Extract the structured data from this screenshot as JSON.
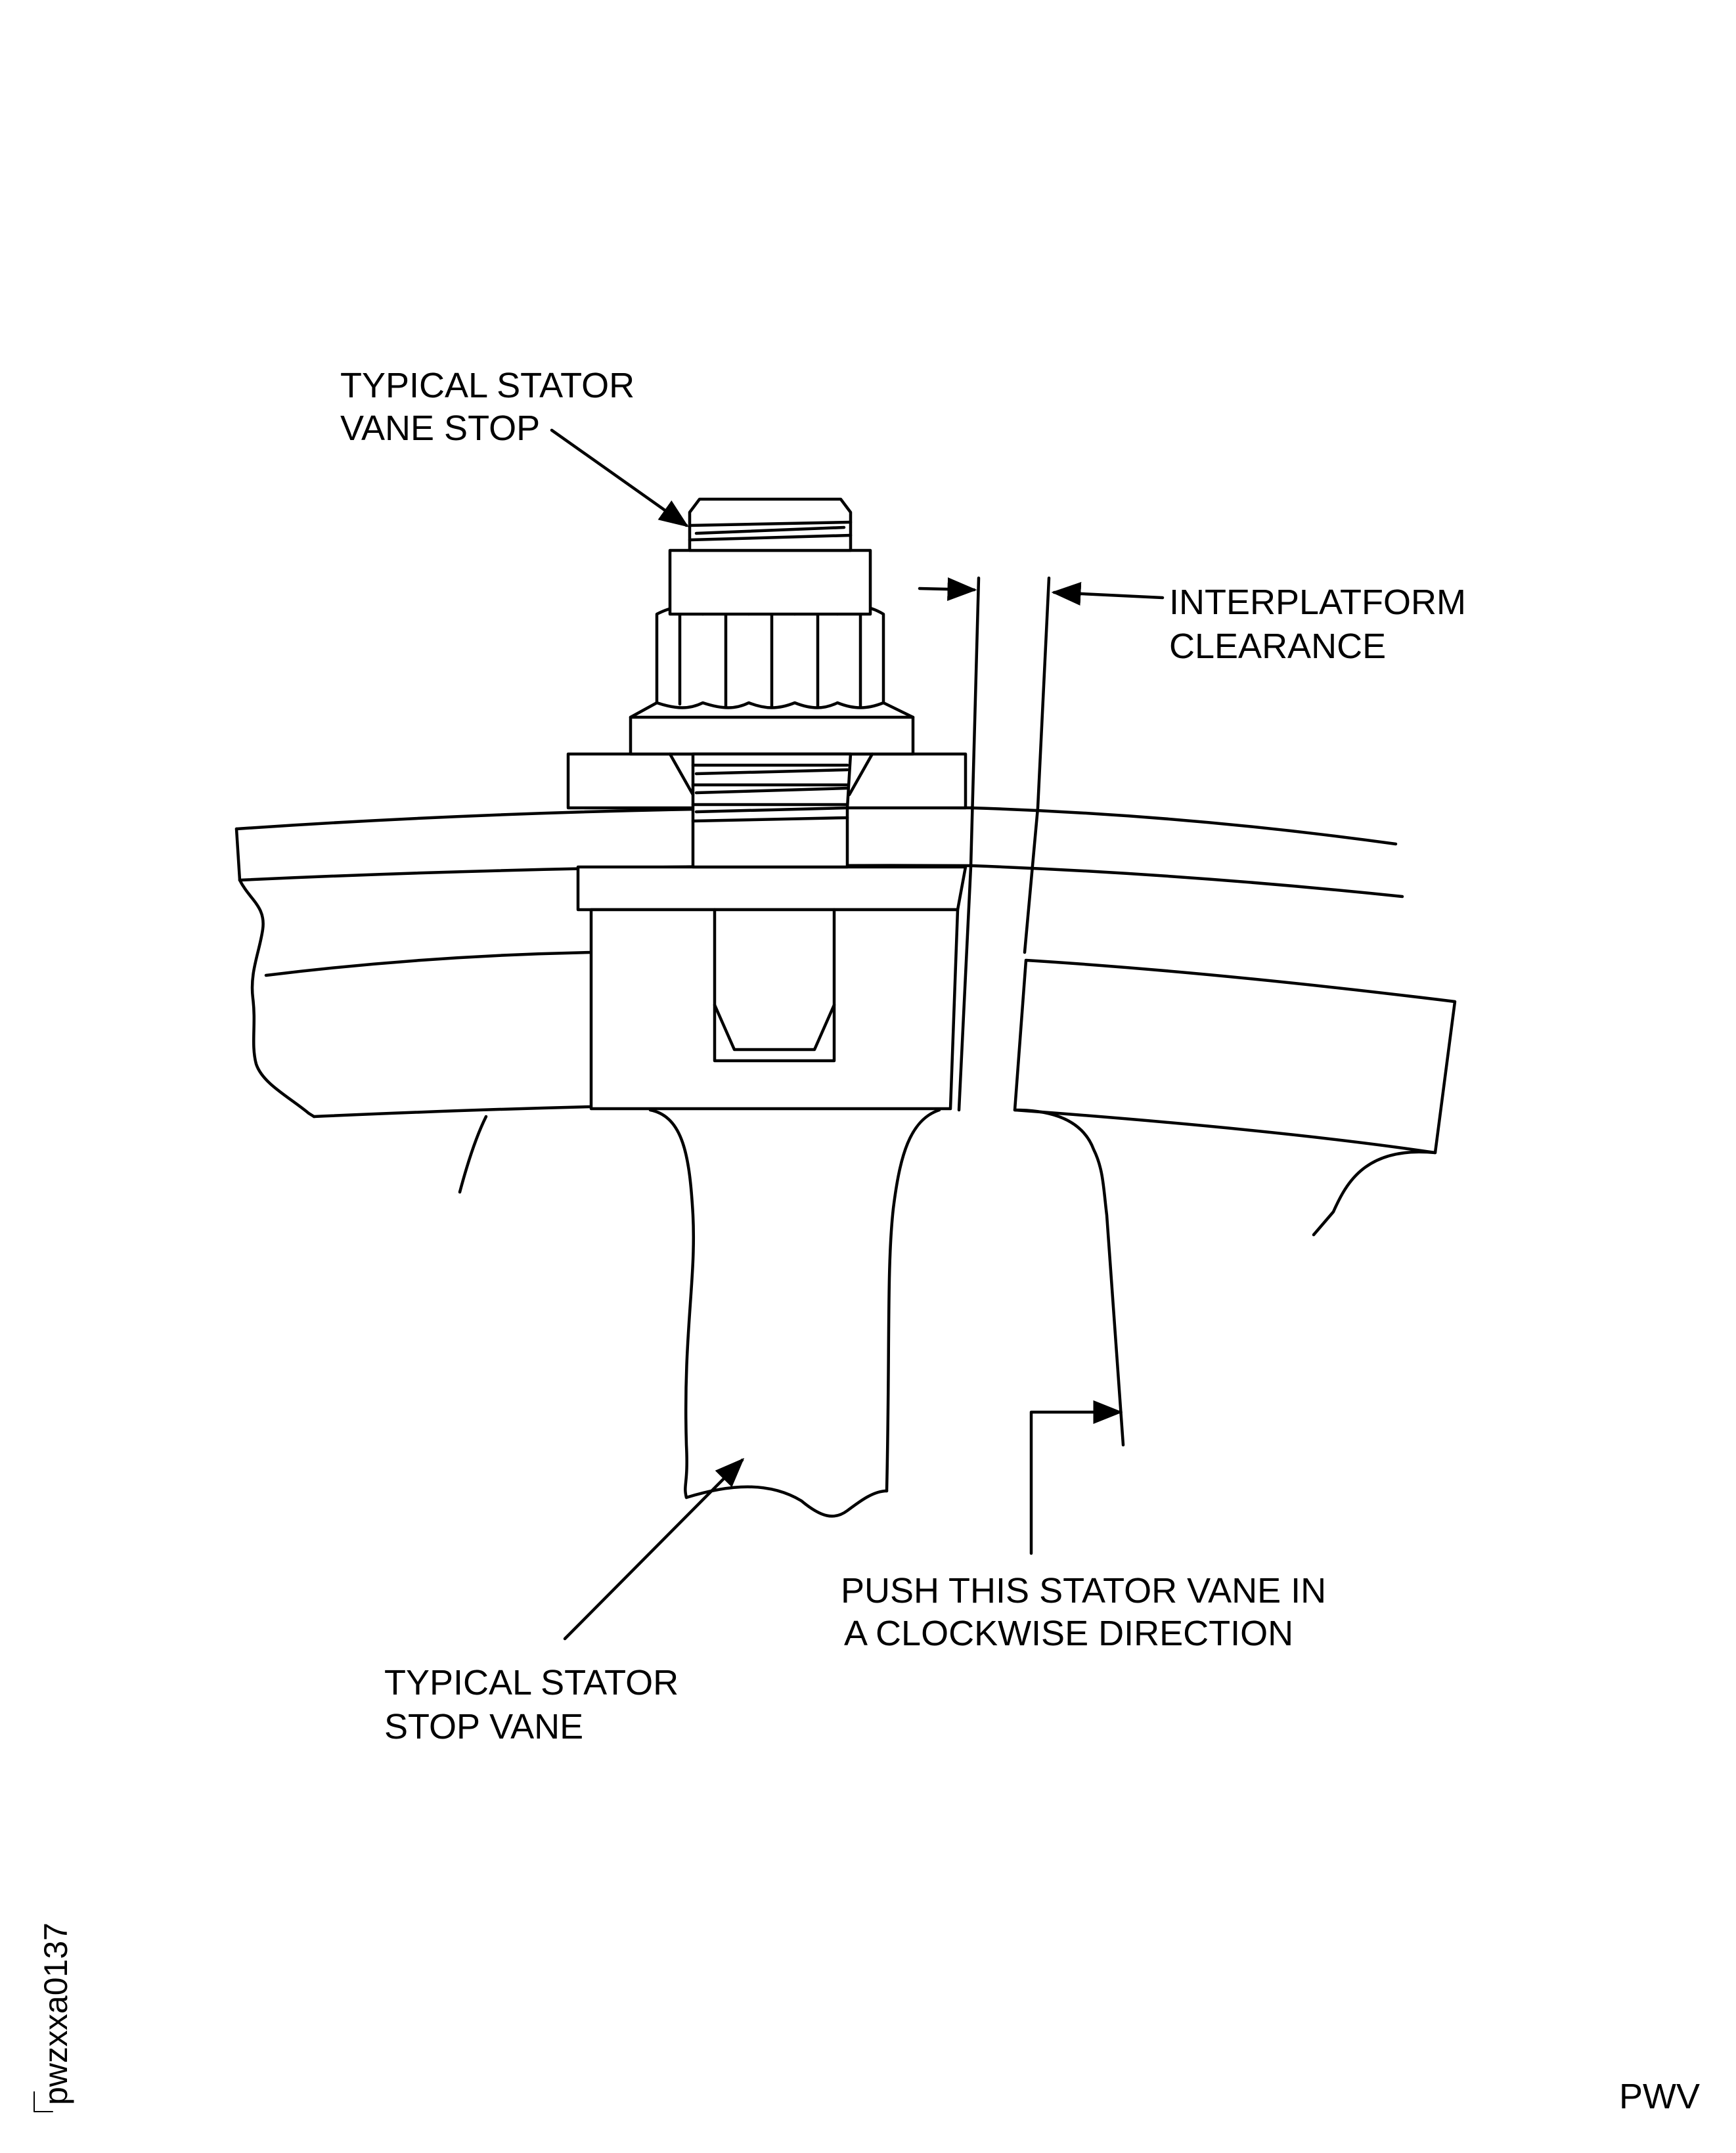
{
  "figure_id": "pwzxxa0137",
  "corner_code": "PWV",
  "labels": {
    "vane_stop": [
      "TYPICAL STATOR",
      "VANE STOP"
    ],
    "interplatform": [
      "INTERPLATFORM",
      "CLEARANCE"
    ],
    "push_vane": [
      "PUSH THIS STATOR VANE IN",
      "A CLOCKWISE DIRECTION"
    ],
    "stop_vane": [
      "TYPICAL STATOR",
      "STOP VANE"
    ]
  }
}
